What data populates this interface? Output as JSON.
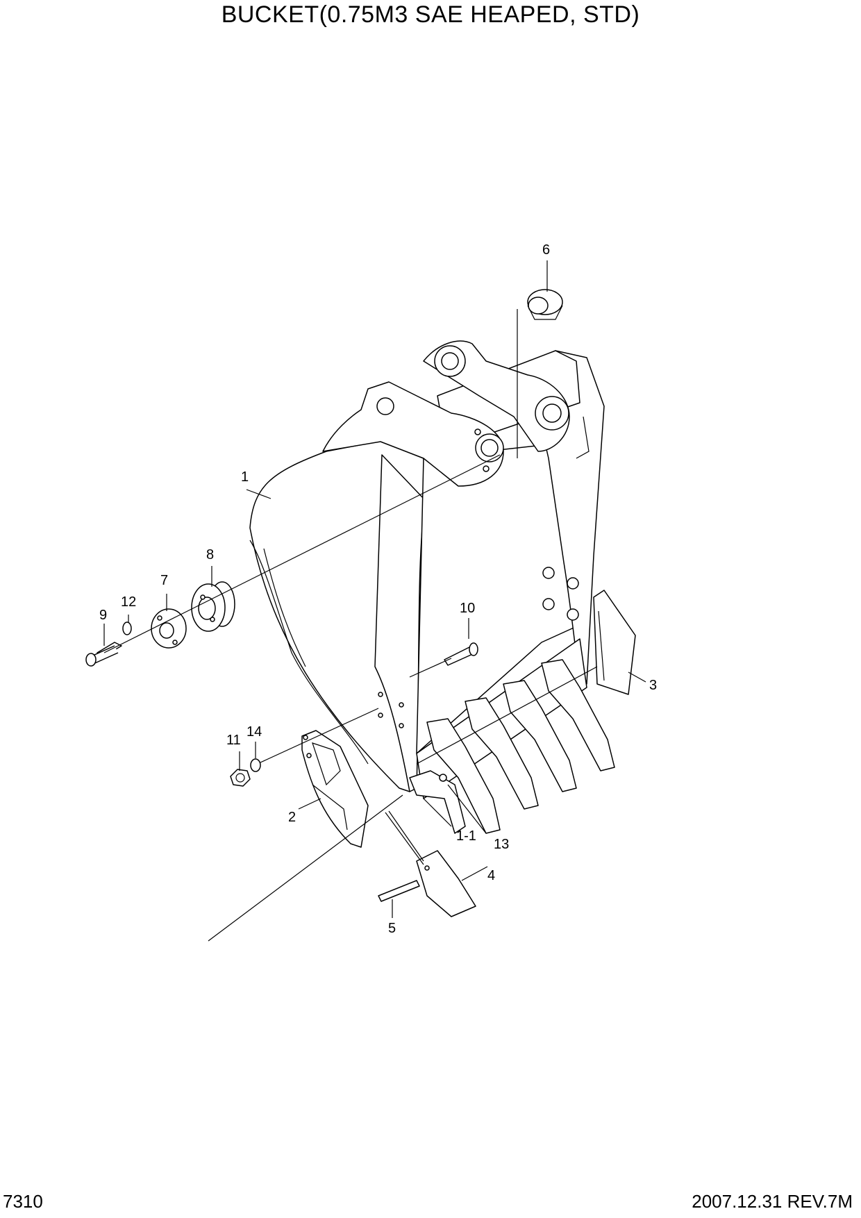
{
  "title": "BUCKET(0.75M3 SAE HEAPED, STD)",
  "footer": {
    "page_number": "7310",
    "revision": "2007.12.31  REV.7M"
  },
  "callouts": [
    {
      "id": "1",
      "text": "1"
    },
    {
      "id": "1-1",
      "text": "1-1"
    },
    {
      "id": "2",
      "text": "2"
    },
    {
      "id": "3",
      "text": "3"
    },
    {
      "id": "4",
      "text": "4"
    },
    {
      "id": "5",
      "text": "5"
    },
    {
      "id": "6",
      "text": "6"
    },
    {
      "id": "7",
      "text": "7"
    },
    {
      "id": "8",
      "text": "8"
    },
    {
      "id": "9",
      "text": "9"
    },
    {
      "id": "10",
      "text": "10"
    },
    {
      "id": "11",
      "text": "11"
    },
    {
      "id": "12",
      "text": "12"
    },
    {
      "id": "13",
      "text": "13"
    },
    {
      "id": "14",
      "text": "14"
    }
  ]
}
